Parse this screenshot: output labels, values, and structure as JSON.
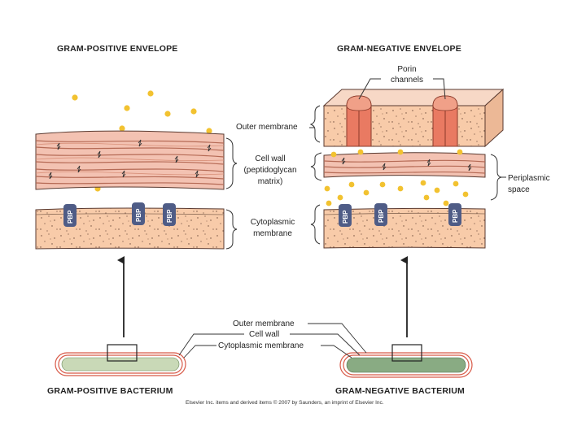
{
  "titles": {
    "gram_positive_envelope": "GRAM-POSITIVE ENVELOPE",
    "gram_negative_envelope": "GRAM-NEGATIVE ENVELOPE",
    "gram_positive_bacterium": "GRAM-POSITIVE BACTERIUM",
    "gram_negative_bacterium": "GRAM-NEGATIVE BACTERIUM"
  },
  "labels": {
    "porin_line1": "Porin",
    "porin_line2": "channels",
    "outer_membrane": "Outer membrane",
    "cell_wall_line1": "Cell wall",
    "cell_wall_line2": "(peptidoglycan",
    "cell_wall_line3": "matrix)",
    "periplasmic_line1": "Periplasmic",
    "periplasmic_line2": "space",
    "cytoplasmic_line1": "Cytoplasmic",
    "cytoplasmic_line2": "membrane",
    "pbp": "PBP"
  },
  "bottom_labels": {
    "outer_membrane": "Outer membrane",
    "cell_wall": "Cell wall",
    "cytoplasmic_membrane": "Cytoplasmic membrane"
  },
  "caption": "Elsevier Inc. items and derived items © 2007 by Saunders, an imprint of Elsevier Inc.",
  "colors": {
    "membrane_fill": "#f8cba9",
    "wall_light": "#f3c2b2",
    "wall_dark": "#e29b86",
    "porin": "#e97a62",
    "dot": "#f2c230",
    "pbp": "#4f5c86",
    "cell_fill_positive": "#c9d9b7",
    "cell_fill_negative": "#89ab83",
    "cell_border": "#d85a48"
  }
}
